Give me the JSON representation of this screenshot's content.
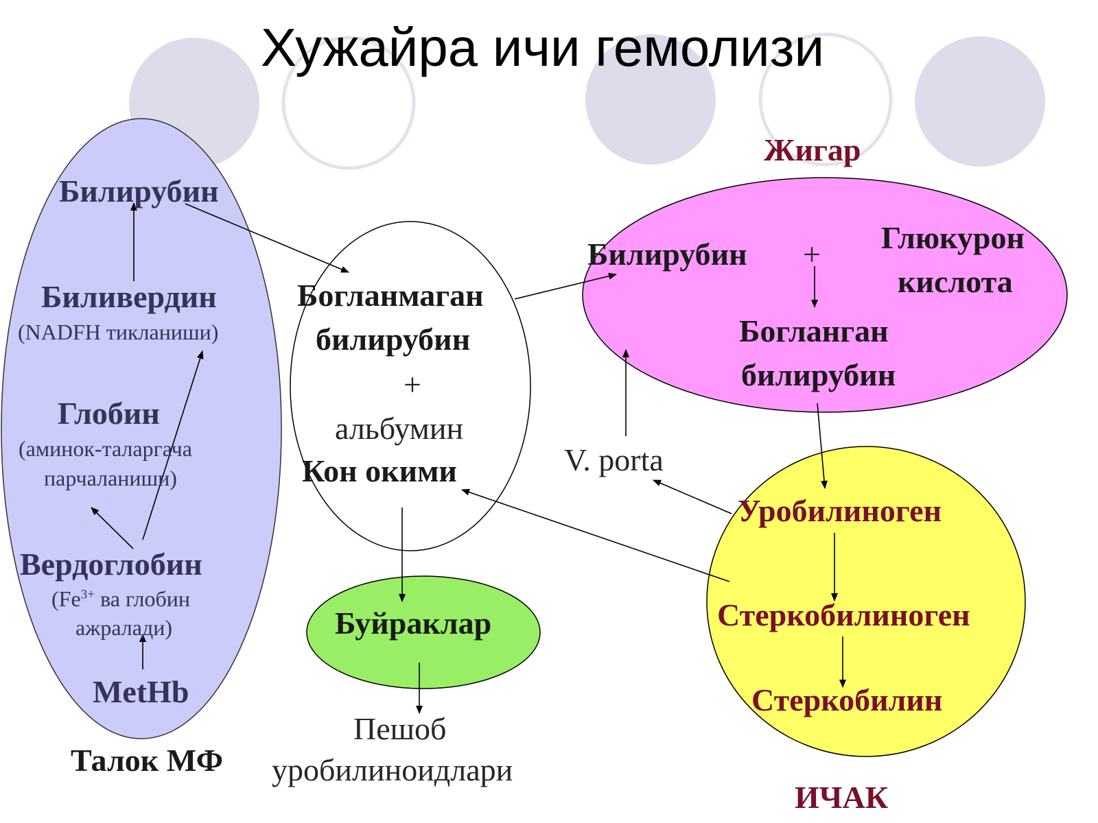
{
  "title": "Хужайра ичи гемолизи",
  "spleen": {
    "bilirubin": "Билирубин",
    "biliverdin": "Биливердин",
    "biliverdin_note": "(NADFH тикланиши)",
    "globin": "Глобин",
    "globin_note_1": "(аминок-таларгача",
    "globin_note_2": "парчаланиши)",
    "verdoglobin": "Вердоглобин",
    "verdoglobin_note_1a": "(Fe",
    "verdoglobin_note_1sup": "3+",
    "verdoglobin_note_1b": " ва глобин",
    "verdoglobin_note_2": "ажралади)",
    "methb": "MetHb",
    "caption": "Талок МФ"
  },
  "blood": {
    "unbound_1": "Богланмаган",
    "unbound_2": "билирубин",
    "plus": "+",
    "albumin": "альбумин",
    "flow": "Кон окими"
  },
  "kidney": {
    "label": "Буйраклар",
    "urine_1": "Пешоб",
    "urine_2": "уробилиноидлари"
  },
  "liver": {
    "caption": "Жигар",
    "bilirubin": "Билирубин",
    "plus": "+",
    "glucuronic_1": "Глюкурон",
    "glucuronic_2": "кислота",
    "bound_1": "Богланган",
    "bound_2": "билирубин",
    "v_porta": "V. porta"
  },
  "intestine": {
    "urobilinogen": "Уробилиноген",
    "stercobilinogen": "Стеркобилиноген",
    "stercobilin": "Стеркобилин",
    "caption": "ИЧАК"
  },
  "colors": {
    "spleen_fill": "#ccccfa",
    "liver_fill": "#ff99ff",
    "intestine_fill": "#ffff66",
    "kidney_fill": "#99ee66",
    "deco_circle": "#dcdcea",
    "navy_text": "#33335c",
    "maroon_text": "#7a0f2a"
  }
}
